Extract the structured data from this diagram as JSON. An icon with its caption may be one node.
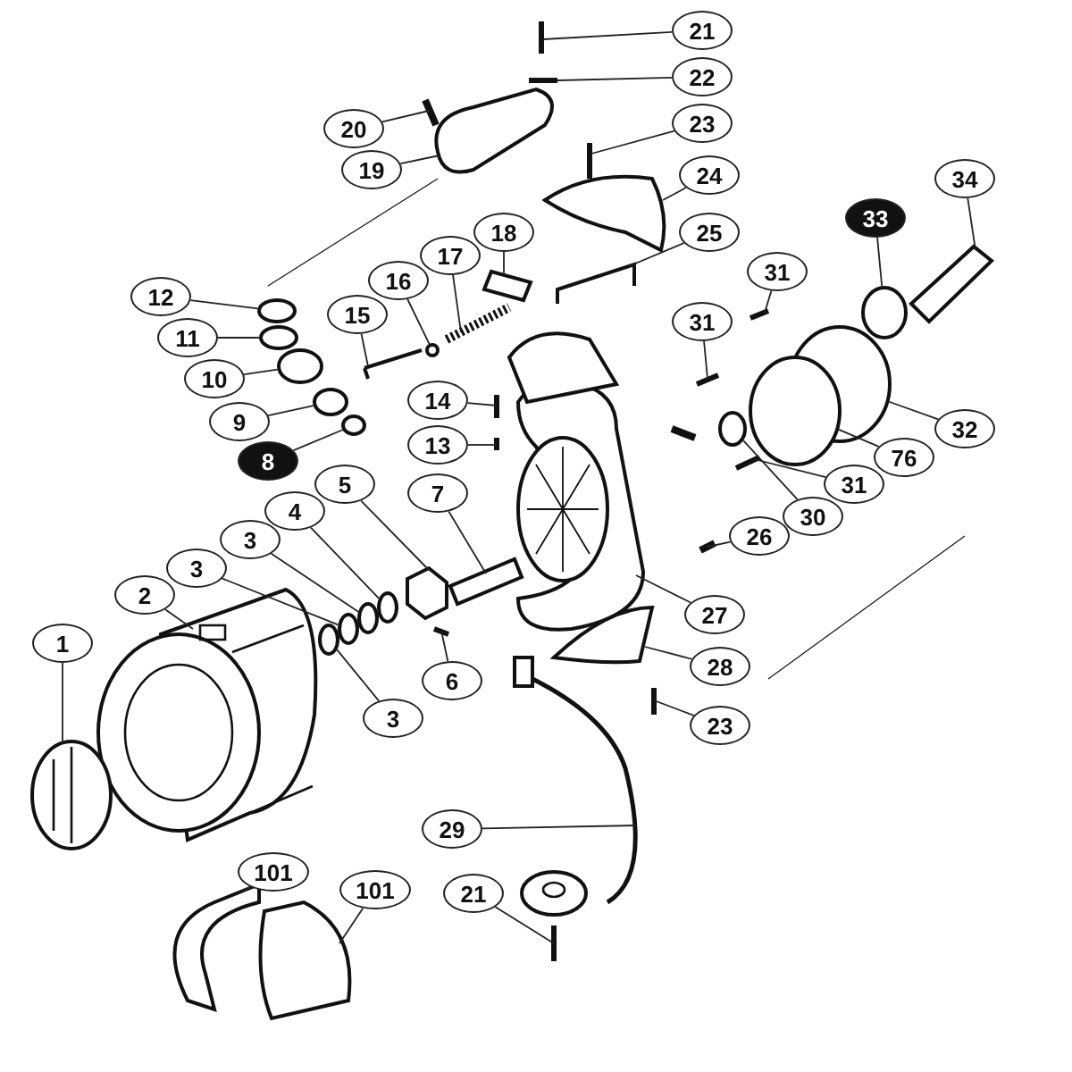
{
  "diagram": {
    "nodes": [
      {
        "text": [
          "21"
        ]
      },
      {
        "text": [
          "22"
        ]
      },
      {
        "text": [
          "20"
        ]
      },
      {
        "text": [
          "23"
        ]
      },
      {
        "text": [
          "19"
        ]
      },
      {
        "text": [
          "24"
        ]
      },
      {
        "text": [
          "25"
        ]
      },
      {
        "text": [
          "12"
        ]
      },
      {
        "text": [
          "18"
        ]
      },
      {
        "text": [
          "17"
        ]
      },
      {
        "text": [
          "16"
        ]
      },
      {
        "text": [
          "15"
        ]
      },
      {
        "text": [
          "11"
        ]
      },
      {
        "text": [
          "31"
        ]
      },
      {
        "text": [
          "10"
        ]
      },
      {
        "text": [
          "31"
        ]
      },
      {
        "text": [
          "14"
        ]
      },
      {
        "text": [
          "9"
        ]
      },
      {
        "text": [
          "34"
        ]
      },
      {
        "text": [
          "33"
        ]
      },
      {
        "text": [
          "32"
        ]
      },
      {
        "text": [
          "76"
        ]
      },
      {
        "text": [
          "31"
        ]
      },
      {
        "text": [
          "30"
        ]
      },
      {
        "text": [
          "13"
        ]
      },
      {
        "text": [
          "8"
        ]
      },
      {
        "text": [
          "5"
        ]
      },
      {
        "text": [
          "7"
        ]
      },
      {
        "text": [
          "4"
        ]
      },
      {
        "text": [
          "3"
        ]
      },
      {
        "text": [
          "3"
        ]
      },
      {
        "text": [
          "26"
        ]
      },
      {
        "text": [
          "2"
        ]
      },
      {
        "text": [
          "27"
        ]
      },
      {
        "text": [
          "1"
        ]
      },
      {
        "text": [
          "6"
        ]
      },
      {
        "text": [
          "3"
        ]
      },
      {
        "text": [
          "28"
        ]
      },
      {
        "text": [
          "23"
        ]
      },
      {
        "text": [
          "29"
        ]
      },
      {
        "text": [
          "21"
        ]
      },
      {
        "text": [
          "101"
        ]
      },
      {
        "text": [
          "101"
        ]
      },
      {
        "text": [],
        "shape": "bar"
      },
      {
        "text": [],
        "shape": "bar"
      },
      {
        "text": [],
        "shape": "bar"
      },
      {
        "text": [],
        "shape": "bar"
      },
      {
        "text": [],
        "shape": "box"
      },
      {
        "text": [],
        "shape": "box"
      },
      {
        "text": [],
        "shape": "bar"
      },
      {
        "text": [],
        "shape": "circle"
      },
      {
        "text": [],
        "shape": "box"
      },
      {
        "text": [],
        "shape": "bar"
      },
      {
        "text": [],
        "shape": "circle"
      },
      {
        "text": [],
        "shape": "bar"
      },
      {
        "text": [],
        "shape": "circle"
      },
      {
        "text": [],
        "shape": "bar"
      },
      {
        "text": [],
        "shape": "circle"
      },
      {
        "text": [],
        "shape": "bar"
      },
      {
        "text": [],
        "shape": "bar"
      },
      {
        "text": [],
        "shape": "circle"
      },
      {
        "text": [],
        "shape": "box"
      },
      {
        "text": [],
        "shape": "circle"
      },
      {
        "text": [],
        "shape": "circle"
      },
      {
        "text": [],
        "shape": "circle"
      },
      {
        "text": [],
        "shape": "bar"
      },
      {
        "text": [],
        "shape": "circle"
      },
      {
        "text": [],
        "shape": "bar"
      },
      {
        "text": [],
        "shape": "circle"
      },
      {
        "text": [],
        "shape": "box"
      },
      {
        "text": [],
        "shape": "box"
      },
      {
        "text": [],
        "shape": "circle"
      },
      {
        "text": [],
        "shape": "circle"
      },
      {
        "text": [],
        "shape": "circle"
      },
      {
        "text": [],
        "shape": "bar"
      },
      {
        "text": [],
        "shape": "picture"
      },
      {
        "text": [],
        "shape": "picture"
      },
      {
        "text": [],
        "shape": "picture"
      },
      {
        "text": [],
        "shape": "bar"
      },
      {
        "text": [],
        "shape": "circle"
      },
      {
        "text": [],
        "shape": "picture"
      },
      {
        "text": [],
        "shape": "bar"
      },
      {
        "text": [],
        "shape": "picture"
      },
      {
        "text": [],
        "shape": "bar"
      },
      {
        "text": [],
        "shape": "box"
      },
      {
        "text": [],
        "shape": "box"
      }
    ],
    "edges": [
      {
        "from": 0,
        "to": 43,
        "arrow": "none"
      },
      {
        "from": 1,
        "to": 44,
        "arrow": "none"
      },
      {
        "from": 2,
        "to": 45,
        "arrow": "none"
      },
      {
        "from": 3,
        "to": 46,
        "arrow": "none"
      },
      {
        "from": 4,
        "to": 47,
        "arrow": "none"
      },
      {
        "from": 5,
        "to": 48,
        "arrow": "none"
      },
      {
        "from": 6,
        "to": 49,
        "arrow": "none"
      },
      {
        "from": 7,
        "to": 50,
        "arrow": "none"
      },
      {
        "from": 8,
        "to": 51,
        "arrow": "none"
      },
      {
        "from": 9,
        "to": 52,
        "arrow": "none"
      },
      {
        "from": 10,
        "to": 53,
        "arrow": "none"
      },
      {
        "from": 11,
        "to": 54,
        "arrow": "none"
      },
      {
        "from": 12,
        "to": 55,
        "arrow": "none"
      },
      {
        "from": 13,
        "to": 56,
        "arrow": "none"
      },
      {
        "from": 14,
        "to": 57,
        "arrow": "none"
      },
      {
        "from": 15,
        "to": 58,
        "arrow": "none"
      },
      {
        "from": 16,
        "to": 59,
        "arrow": "none"
      },
      {
        "from": 17,
        "to": 60,
        "arrow": "none"
      },
      {
        "from": 18,
        "to": 61,
        "arrow": "none"
      },
      {
        "from": 19,
        "to": 62,
        "arrow": "none"
      },
      {
        "from": 20,
        "to": 63,
        "arrow": "none"
      },
      {
        "from": 21,
        "to": 64,
        "arrow": "none"
      },
      {
        "from": 22,
        "to": 65,
        "arrow": "none"
      },
      {
        "from": 23,
        "to": 66,
        "arrow": "none"
      },
      {
        "from": 24,
        "to": 67,
        "arrow": "none"
      },
      {
        "from": 25,
        "to": 68,
        "arrow": "none"
      },
      {
        "from": 26,
        "to": 69,
        "arrow": "none"
      },
      {
        "from": 27,
        "to": 70,
        "arrow": "none"
      },
      {
        "from": 28,
        "to": 71,
        "arrow": "none"
      },
      {
        "from": 29,
        "to": 72,
        "arrow": "none"
      },
      {
        "from": 30,
        "to": 73,
        "arrow": "none"
      },
      {
        "from": 31,
        "to": 74,
        "arrow": "none"
      },
      {
        "from": 32,
        "to": 75,
        "arrow": "none"
      },
      {
        "from": 33,
        "to": 76,
        "arrow": "none"
      },
      {
        "from": 34,
        "to": 77,
        "arrow": "none"
      },
      {
        "from": 35,
        "to": 78,
        "arrow": "none"
      },
      {
        "from": 36,
        "to": 79,
        "arrow": "none"
      },
      {
        "from": 37,
        "to": 80,
        "arrow": "none"
      },
      {
        "from": 38,
        "to": 81,
        "arrow": "none"
      },
      {
        "from": 39,
        "to": 82,
        "arrow": "none"
      },
      {
        "from": 40,
        "to": 83,
        "arrow": "none"
      },
      {
        "from": 41,
        "to": 84,
        "arrow": "none"
      },
      {
        "from": 42,
        "to": 85,
        "arrow": "none"
      }
    ]
  }
}
